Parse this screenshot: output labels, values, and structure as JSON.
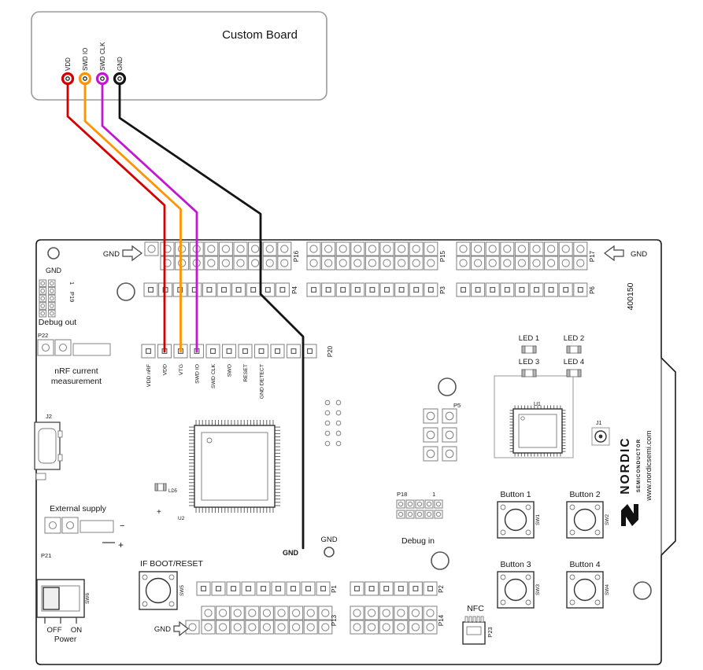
{
  "custom_board": {
    "title": "Custom Board",
    "pins": [
      {
        "label": "VDD",
        "color": "#d40000"
      },
      {
        "label": "SWD IO",
        "color": "#ff9300"
      },
      {
        "label": "SWD CLK",
        "color": "#c414d4"
      },
      {
        "label": "GND",
        "color": "#141414"
      }
    ]
  },
  "board": {
    "part_number": "400150",
    "gnd": {
      "hole_top_left": "GND",
      "arrow_top_left": "GND",
      "arrow_top_right": "GND",
      "arrow_bottom_left": "GND",
      "mid": "GND",
      "wire_end": "GND"
    },
    "headers": {
      "p16": "P16",
      "p15": "P15",
      "p17": "P17",
      "p4": "P4",
      "p3": "P3",
      "p6": "P6",
      "p19": "P19",
      "p19_pin1": "1",
      "p22": "P22",
      "p20": "P20",
      "p5": "P5",
      "p18": "P18",
      "p18_pin1": "1",
      "p21": "P21",
      "p1": "P1",
      "p2": "P2",
      "p13": "P13",
      "p14": "P14",
      "p23": "P23"
    },
    "p20_pins": [
      "VDD nRF",
      "VDD",
      "VTG",
      "SWD IO",
      "SWD CLK",
      "SWO",
      "RESET",
      "GND DETECT"
    ],
    "labels": {
      "debug_out": "Debug out",
      "nrf_current_line1": "nRF current",
      "nrf_current_line2": "measurement",
      "external_supply": "External supply",
      "p21_minus": "−",
      "p21_plus": "+",
      "ld5_plus": "+",
      "if_boot_reset": "IF BOOT/RESET",
      "debug_in": "Debug in",
      "off": "OFF",
      "on": "ON",
      "power": "Power",
      "nfc": "NFC"
    },
    "leds": [
      "LED 1",
      "LED 2",
      "LED 3",
      "LED 4"
    ],
    "buttons": [
      {
        "label": "Button 1",
        "ref": "SW1"
      },
      {
        "label": "Button 2",
        "ref": "SW2"
      },
      {
        "label": "Button 3",
        "ref": "SW3"
      },
      {
        "label": "Button 4",
        "ref": "SW4"
      }
    ],
    "refs": {
      "u1": "U1",
      "u2": "U2",
      "ld5": "LD5",
      "j1": "J1",
      "j2": "J2",
      "sw5": "SW5",
      "sw6": "SW6"
    },
    "branding": {
      "name": "NORDIC",
      "division": "SEMICONDUCTOR",
      "website": "www.nordicsemi.com"
    }
  }
}
